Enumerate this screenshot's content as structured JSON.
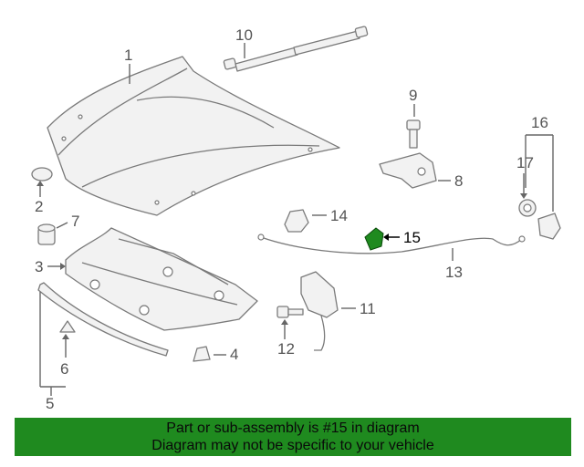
{
  "callouts": {
    "c1": "1",
    "c2": "2",
    "c3": "3",
    "c4": "4",
    "c5": "5",
    "c6": "6",
    "c7": "7",
    "c8": "8",
    "c9": "9",
    "c10": "10",
    "c11": "11",
    "c12": "12",
    "c13": "13",
    "c14": "14",
    "c15": "15",
    "c16": "16",
    "c17": "17"
  },
  "highlight": {
    "part_number": "15",
    "color": "#1f8a1f"
  },
  "banner": {
    "line1": "Part or sub-assembly is #15 in diagram",
    "line2": "Diagram may not be specific to your vehicle",
    "background": "#1f8a1f"
  }
}
